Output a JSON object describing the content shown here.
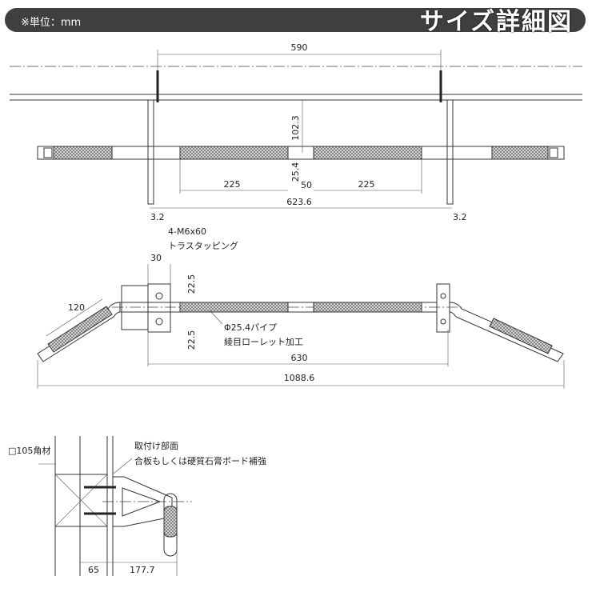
{
  "header": {
    "unit_note": "※単位：mm",
    "title": "サイズ詳細図"
  },
  "top_view": {
    "dim_mount_span": "590",
    "dim_drop": "102.3",
    "dim_pipe_dia": "25.4",
    "dim_center_gap": "50",
    "dim_knurl_left": "225",
    "dim_knurl_right": "225",
    "dim_outer_bracket": "623.6",
    "dim_plate_left": "3.2",
    "dim_plate_right": "3.2",
    "screw_spec": "4-M6x60",
    "screw_type": "トラスタッピング"
  },
  "front_view": {
    "dim_plate_width": "30",
    "dim_hole_top": "22.5",
    "dim_hole_bottom": "22.5",
    "dim_angled_grip": "120",
    "pipe_spec": "Φ25.4パイプ",
    "finish": "綾目ローレット加工",
    "dim_bracket_span": "630",
    "dim_total_width": "1088.6"
  },
  "side_view": {
    "timber_label": "□105角材",
    "mount_surface": "取付け部面",
    "reinforce_note": "合板もしくは硬質石膏ボード補強",
    "dim_wall": "65",
    "dim_projection": "177.7"
  }
}
